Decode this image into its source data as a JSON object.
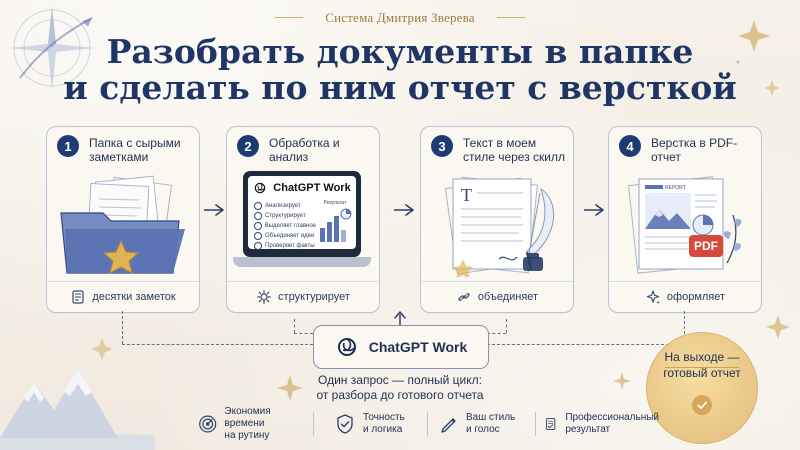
{
  "header": {
    "brand": "Система Дмитрия Зверева",
    "title_line1": "Разобрать документы в папке",
    "title_line2": "и сделать по ним отчет с версткой"
  },
  "steps": [
    {
      "number": "1",
      "title": "Папка с сырыми заметками",
      "footer": "десятки заметок",
      "footer_icon": "notes-icon",
      "art_icon": "folder-with-notes-icon"
    },
    {
      "number": "2",
      "title": "Обработка и анализ",
      "footer": "структурирует",
      "footer_icon": "gear-icon",
      "art_icon": "laptop-icon",
      "laptop": {
        "app_name": "ChatGPT Work",
        "checklist": [
          "Анализирует",
          "Структурирует",
          "Выделяет главное",
          "Объединяет идеи",
          "Проверяет факты"
        ],
        "chart_label": "Результат"
      }
    },
    {
      "number": "3",
      "title": "Текст в моем стиле через скилл",
      "footer": "объединяет",
      "footer_icon": "link-icon",
      "art_icon": "document-and-quill-icon",
      "doc_initial": "T"
    },
    {
      "number": "4",
      "title": "Верстка в PDF-отчет",
      "footer": "оформляет",
      "footer_icon": "sparkle-icon",
      "art_icon": "pdf-report-icon",
      "pdf_tag": "PDF",
      "report_header": "REPORT"
    }
  ],
  "center": {
    "label": "ChatGPT Work",
    "icon": "chatgpt-logo-icon",
    "caption_line1": "Один запрос — полный цикл:",
    "caption_line2": "от разбора до готового отчета"
  },
  "result_badge": {
    "line1": "На выходе —",
    "line2": "готовый отчет",
    "icon": "check-icon"
  },
  "benefits": [
    {
      "icon": "target-icon",
      "line1": "Экономия времени",
      "line2": "на рутину"
    },
    {
      "icon": "shield-check-icon",
      "line1": "Точность",
      "line2": "и логика"
    },
    {
      "icon": "pen-icon",
      "line1": "Ваш стиль",
      "line2": "и голос"
    },
    {
      "icon": "document-check-icon",
      "line1": "Профессиональный",
      "line2": "результат"
    }
  ],
  "colors": {
    "navy": "#1f3b74",
    "paper": "#f4efe6",
    "gold": "#c9a25c",
    "pdf_red": "#d64a3b"
  }
}
